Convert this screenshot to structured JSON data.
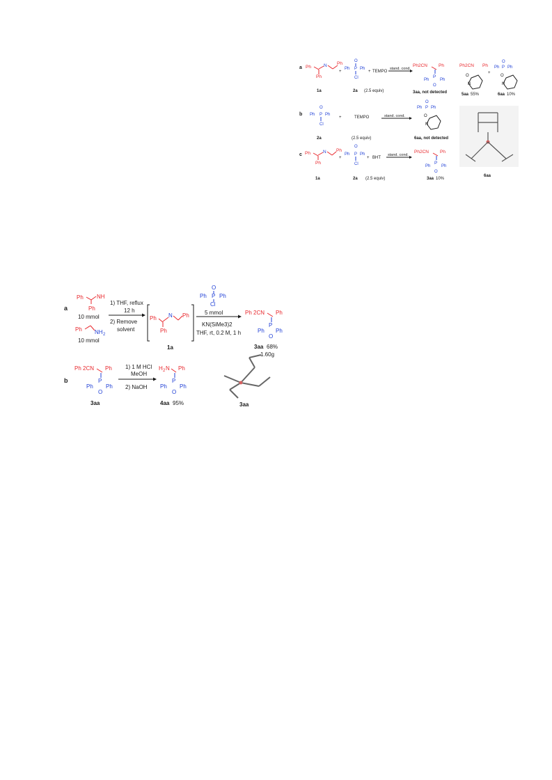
{
  "figure_top": {
    "row_a": {
      "label": "a",
      "imine_name": "1a",
      "chloride_name": "2a",
      "tempo": "TEMPO",
      "equiv": "(2.5 equiv)",
      "conditions": "stand. cond.",
      "product1": "3aa, not detected",
      "product2_name": "5aa",
      "product2_yield": "55%",
      "product3_name": "6aa",
      "product3_yield": "10%"
    },
    "row_b": {
      "label": "b",
      "chloride_name": "2a",
      "tempo": "TEMPO",
      "equiv": "(2.5 equiv)",
      "conditions": "stand. cond.",
      "product": "6aa, not detected",
      "crystal_label": "6aa"
    },
    "row_c": {
      "label": "c",
      "imine_name": "1a",
      "chloride_name": "2a",
      "bht": "BHT",
      "equiv": "(2.5 equiv)",
      "conditions": "stand. cond.",
      "product_name": "3aa",
      "product_yield": "10%"
    }
  },
  "figure_bottom": {
    "row_a": {
      "label": "a",
      "amine_amount": "10 mmol",
      "imine_amount": "10 mmol",
      "step1_line1": "1) THF, reflux",
      "step1_line2": "12 h",
      "step2_line1": "2) Remove",
      "step2_line2": "solvent",
      "intermediate": "1a",
      "reagent_amount": "5 mmol",
      "base": "KN(SiMe3)2",
      "cond": "THF, rt, 0.2 M, 1 h",
      "product_name": "3aa",
      "product_yield": "68%",
      "product_mass": "1.60g"
    },
    "row_b": {
      "label": "b",
      "start": "3aa",
      "step1_line1": "1) 1 M HCl",
      "step1_line2": "MeOH",
      "step2": "2) NaOH",
      "product_name": "4aa",
      "product_yield": "95%",
      "crystal_label": "3aa"
    }
  },
  "atoms": {
    "Ph": "Ph",
    "N": "N",
    "NH": "NH",
    "NH2": "NH",
    "P": "P",
    "O": "O",
    "Cl": "Cl",
    "Ph2CN": "Ph",
    "H2N": "H"
  },
  "colors": {
    "red": "#e8262b",
    "blue": "#1f3fd6"
  }
}
